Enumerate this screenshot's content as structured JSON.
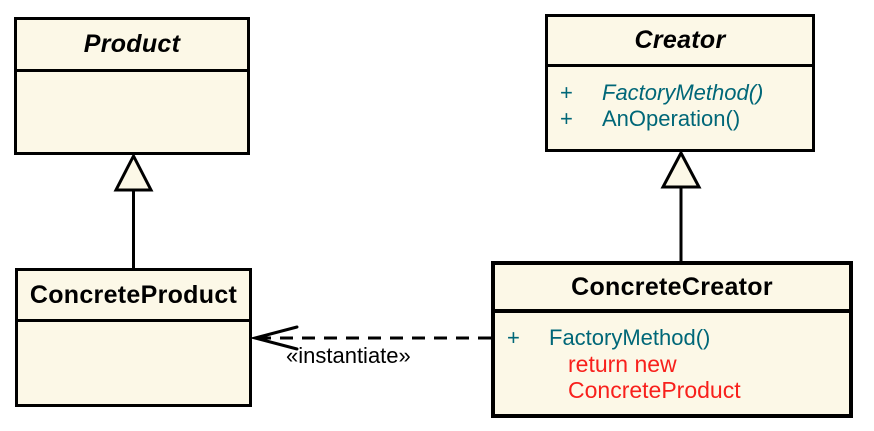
{
  "colors": {
    "box_fill": "#FCF8E7",
    "border": "#000000",
    "method_text": "#006778",
    "code_note_text": "#F8201C",
    "title_text": "#000000"
  },
  "classes": {
    "product": {
      "name": "Product"
    },
    "creator": {
      "name": "Creator",
      "methods": [
        {
          "visibility": "+",
          "name": "FactoryMethod()"
        },
        {
          "visibility": "+",
          "name": "AnOperation()"
        }
      ]
    },
    "concrete_product": {
      "name": "ConcreteProduct"
    },
    "concrete_creator": {
      "name": "ConcreteCreator",
      "methods": [
        {
          "visibility": "+",
          "name": "FactoryMethod()"
        }
      ],
      "code_note": [
        "return new",
        "ConcreteProduct"
      ]
    }
  },
  "edges": {
    "instantiate_label": "«instantiate»"
  }
}
